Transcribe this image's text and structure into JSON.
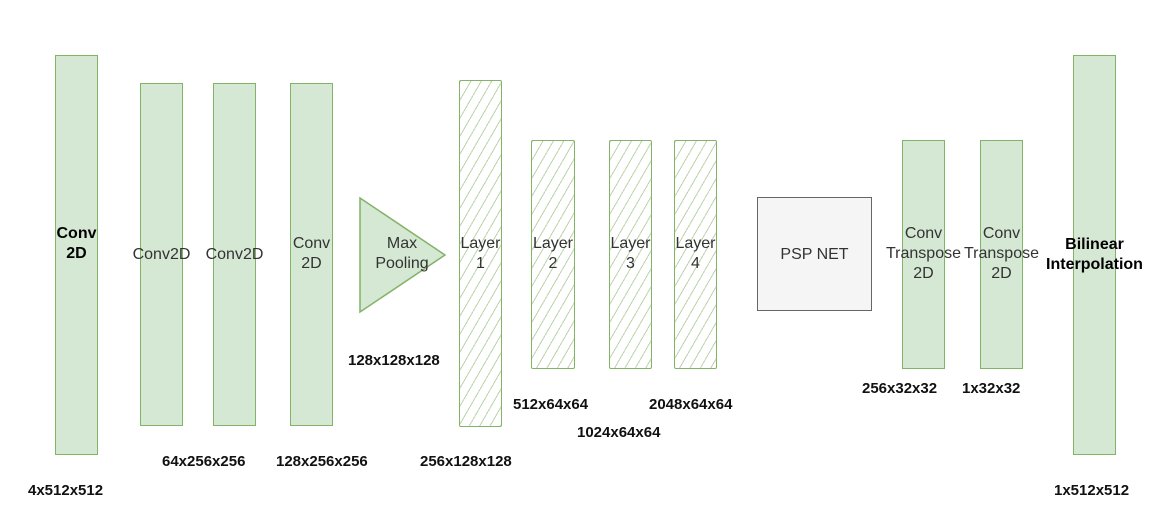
{
  "colors": {
    "block_fill": "#d5e8d4",
    "block_stroke": "#82b366",
    "psp_fill": "#f5f5f5",
    "psp_stroke": "#666666"
  },
  "blocks": {
    "conv_in": {
      "label": "Conv\n2D",
      "dim": "4x512x512"
    },
    "conv2d_a": {
      "label": "Conv2D"
    },
    "conv2d_b": {
      "label": "Conv2D",
      "dim": "64x256x256"
    },
    "conv2d_c": {
      "label": "Conv\n2D",
      "dim": "128x256x256"
    },
    "maxpool": {
      "label": "Max\nPooling",
      "dim": "128x128x128"
    },
    "layer1": {
      "label": "Layer\n1",
      "dim": "256x128x128"
    },
    "layer2": {
      "label": "Layer\n2",
      "dim": "512x64x64"
    },
    "layer3": {
      "label": "Layer\n3",
      "dim": "1024x64x64"
    },
    "layer4": {
      "label": "Layer\n4",
      "dim": "2048x64x64"
    },
    "pspnet": {
      "label": "PSP NET"
    },
    "convt1": {
      "label": "Conv\nTranspose\n2D",
      "dim": "256x32x32"
    },
    "convt2": {
      "label": "Conv\nTranspose\n2D",
      "dim": "1x32x32"
    },
    "bilinear": {
      "label": "Bilinear\nInterpolation",
      "dim": "1x512x512"
    }
  }
}
